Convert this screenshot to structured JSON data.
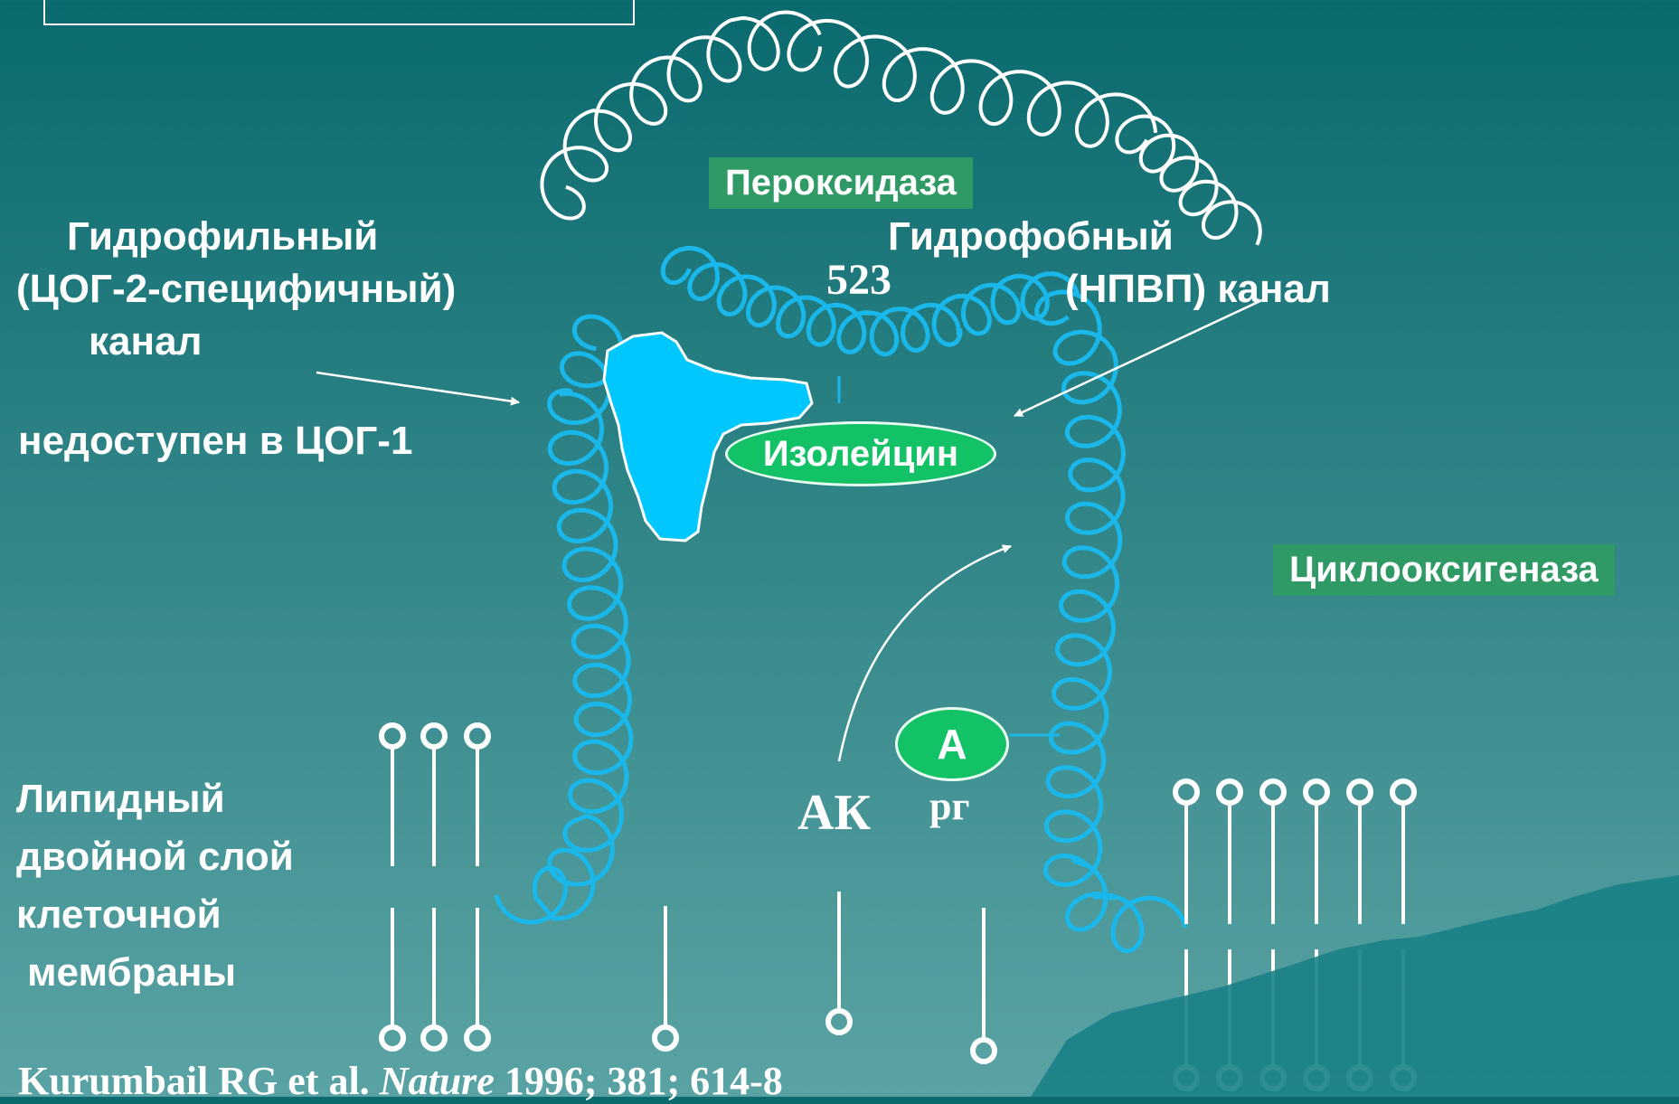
{
  "labels": {
    "hydrophilic": [
      "Гидрофильный",
      "(ЦОГ-2-специфичный)",
      "канал"
    ],
    "inaccessible": "недоступен в ЦОГ-1",
    "hydrophobic": [
      "Гидрофобный",
      "(НПВП) канал"
    ],
    "peroxidase": "Пероксидаза",
    "residue": "523",
    "isoleucine": "Изолейцин",
    "cyclooxygenase": "Циклооксигеназа",
    "arginine_letter": "А",
    "arginine_sub": "рг",
    "ak": "АК",
    "membrane": [
      "Липидный",
      "двойной слой",
      "клеточной",
      "мембраны"
    ]
  },
  "reference": {
    "authors": "Kurumbail RG et al.",
    "journal": "Nature",
    "details": "1996; 381; 614-8"
  },
  "colors": {
    "helix_blue": "#1ab8ea",
    "pocket_fill": "#00c8ff",
    "tag_green": "#2f9a66",
    "oval_green": "#13c266",
    "line_white": "#ffffff"
  }
}
